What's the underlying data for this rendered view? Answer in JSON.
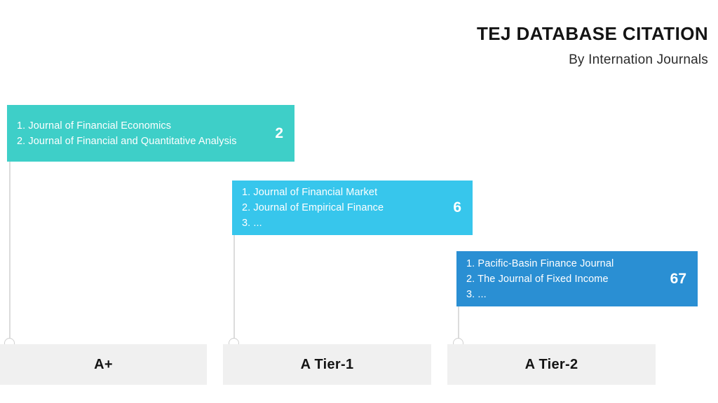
{
  "header": {
    "title": "TEJ DATABASE CITATION",
    "subtitle": "By Internation Journals"
  },
  "colors": {
    "tier_a_plus": "#3ECFC8",
    "tier_a_1": "#37C6EC",
    "tier_a_2": "#2A8FD3",
    "bar_background": "#f0f0f0",
    "connector": "#dcdcdc",
    "text_dark": "#141414"
  },
  "chart_data": {
    "type": "bar",
    "title": "TEJ DATABASE CITATION",
    "subtitle": "By Internation Journals",
    "categories": [
      "A+",
      "A Tier-1",
      "A Tier-2"
    ],
    "values": [
      2,
      6,
      67
    ],
    "xlabel": "",
    "ylabel": "",
    "legend": "none",
    "grid": false,
    "annotations": [
      "1. Journal of Financial Economics",
      "2. Journal of Financial and Quantitative Analysis",
      "1. Journal of Financial Market",
      "2. Journal of Empirical Finance",
      "3. ...",
      "1. Pacific-Basin Finance Journal",
      "2. The Journal of Fixed Income",
      "3. ..."
    ]
  },
  "tiers": [
    {
      "id": "a-plus",
      "label": "A+",
      "count": "2",
      "color": "#3ECFC8",
      "journals": [
        "1. Journal of Financial Economics",
        "2. Journal of Financial and Quantitative Analysis"
      ]
    },
    {
      "id": "a-tier-1",
      "label": "A Tier-1",
      "count": "6",
      "color": "#37C6EC",
      "journals": [
        "1. Journal of Financial Market",
        "2. Journal of Empirical Finance",
        "3. ..."
      ]
    },
    {
      "id": "a-tier-2",
      "label": "A Tier-2",
      "count": "67",
      "color": "#2A8FD3",
      "journals": [
        "1. Pacific-Basin Finance Journal",
        "2. The Journal of Fixed Income",
        "3. ..."
      ]
    }
  ]
}
